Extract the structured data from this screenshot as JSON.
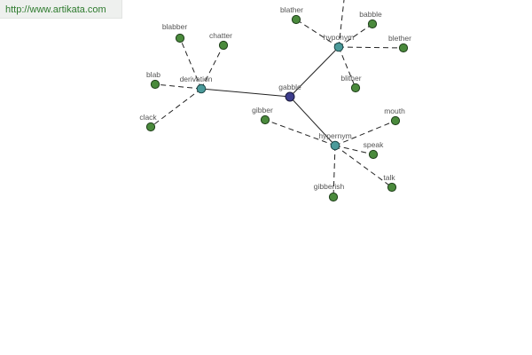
{
  "header": {
    "source_url": "http://www.artikata.com"
  },
  "graph": {
    "center": {
      "id": "gabble",
      "label": "gabble"
    },
    "hubs": [
      {
        "id": "hyponym",
        "label": "hyponym",
        "leaves": [
          "blather",
          "babble",
          "blether",
          "blither"
        ]
      },
      {
        "id": "derivation",
        "label": "derivation",
        "leaves": [
          "blabber",
          "chatter",
          "blab",
          "clack"
        ]
      },
      {
        "id": "hypernym",
        "label": "hypernym",
        "leaves": [
          "gibber",
          "mouth",
          "speak",
          "talk",
          "gibberish"
        ]
      }
    ]
  }
}
